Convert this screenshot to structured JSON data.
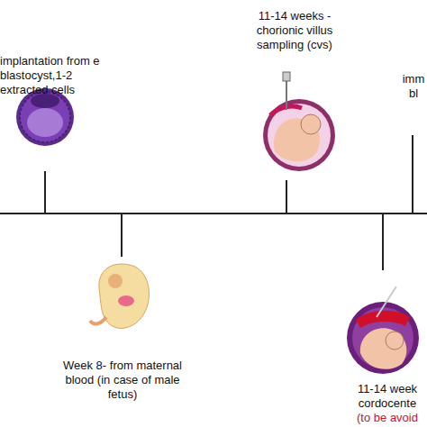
{
  "diagram": {
    "labels": [
      "implantation from e blastocyst,1-2 extracted cells",
      "11-14 weeks - chorionic villus sampling (cvs)",
      "imm bl",
      "Week 8- from maternal blood (in case of male fetus)",
      "11-14 week cordocente",
      "(to be avoid"
    ]
  }
}
